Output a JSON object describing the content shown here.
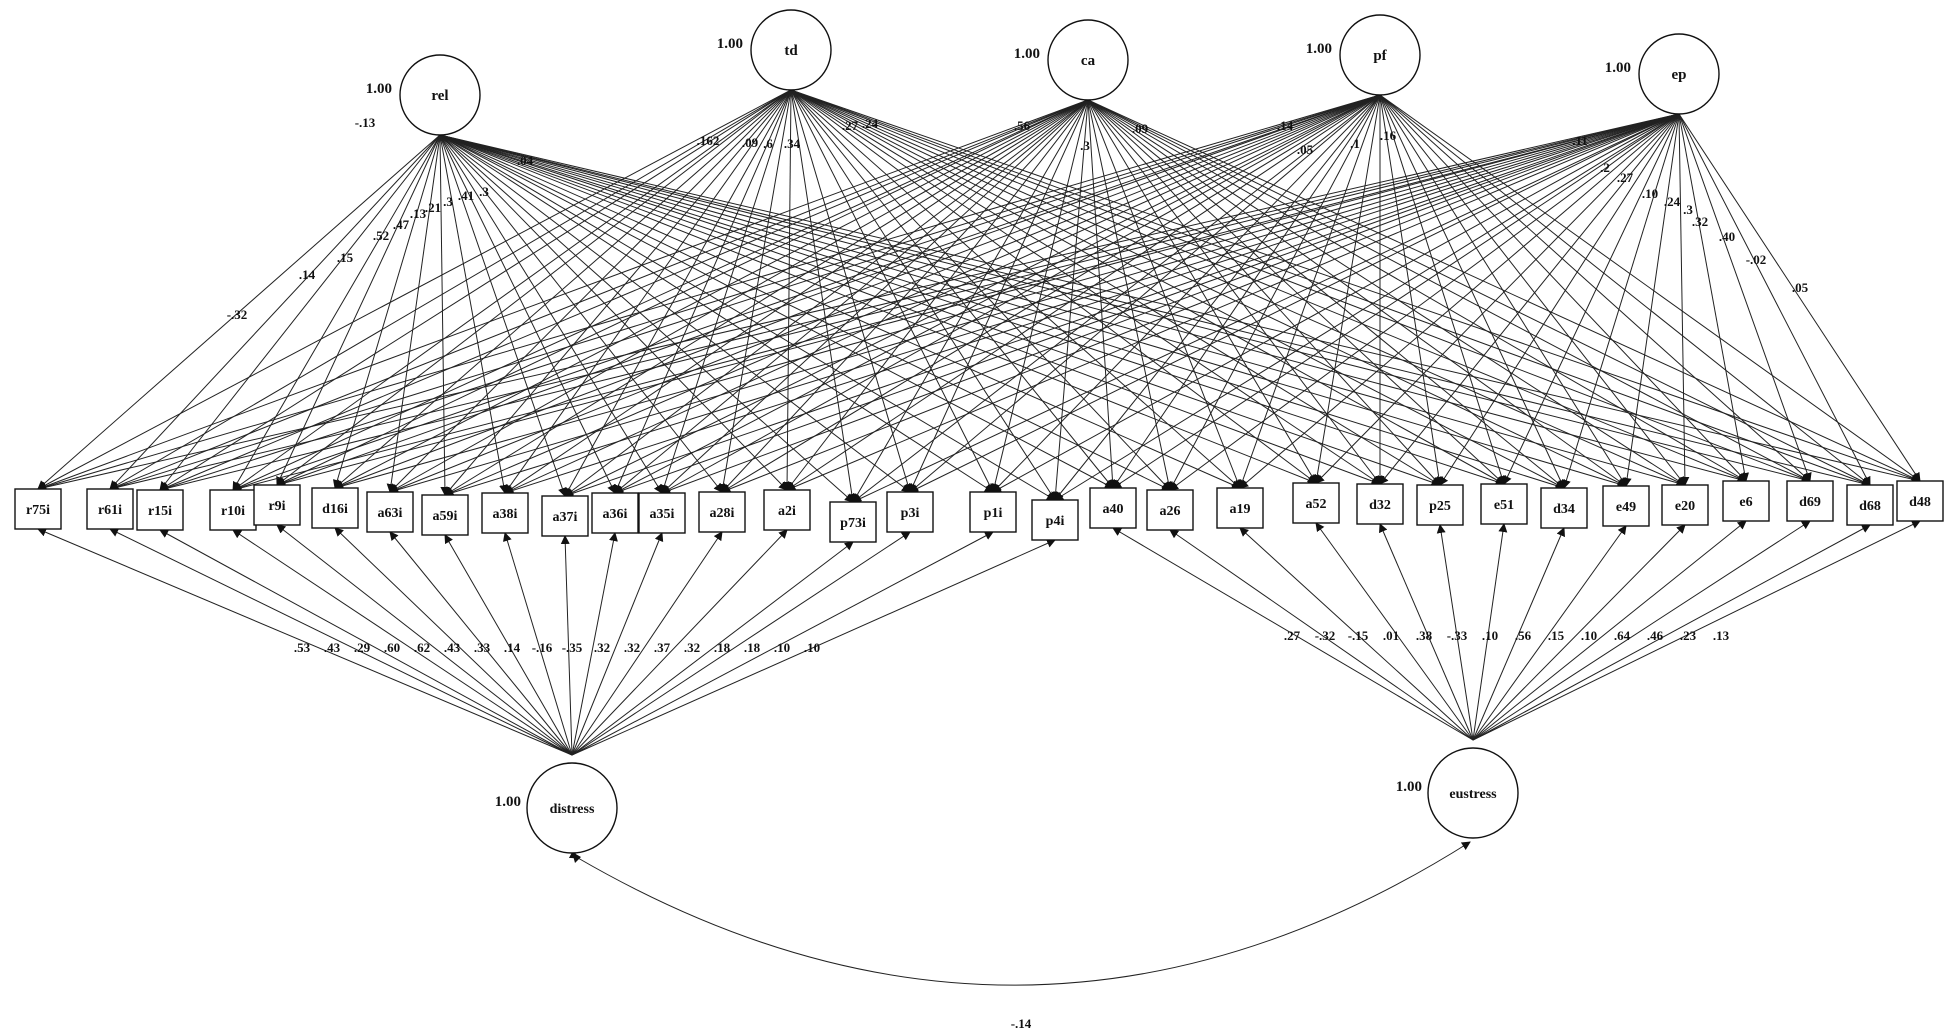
{
  "latent_top": [
    {
      "id": "rel",
      "label": "rel",
      "variance": "1.00",
      "cov_note": "-.13"
    },
    {
      "id": "td",
      "label": "td",
      "variance": "1.00"
    },
    {
      "id": "ca",
      "label": "ca",
      "variance": "1.00"
    },
    {
      "id": "pf",
      "label": "pf",
      "variance": "1.00"
    },
    {
      "id": "ep",
      "label": "ep",
      "variance": "1.00"
    }
  ],
  "latent_bottom": [
    {
      "id": "distress",
      "label": "distress",
      "variance": "1.00"
    },
    {
      "id": "eustress",
      "label": "eustress",
      "variance": "1.00"
    }
  ],
  "observed": [
    "r75i",
    "r61i",
    "r15i",
    "r10i",
    "r9i",
    "d16i",
    "a63i",
    "a59i",
    "a38i",
    "a37i",
    "a36i",
    "a35i",
    "a28i",
    "a2i",
    "p73i",
    "p3i",
    "p1i",
    "p4i",
    "a40",
    "a26",
    "a19",
    "a52",
    "d32",
    "p25",
    "e51",
    "d34",
    "e49",
    "e20",
    "e6",
    "d69",
    "d68",
    "d48"
  ],
  "rel_loadings": [
    ".14",
    ".15",
    ".52",
    ".47",
    ".13",
    ".21",
    ".3",
    ".41",
    ".3",
    ".04"
  ],
  "rel_loading_far": "-.32",
  "td_loadings": [
    ".162",
    ".09",
    ".6",
    ".34",
    ".27",
    ".24"
  ],
  "ca_loadings": [
    ".56",
    ".3",
    ".09"
  ],
  "pf_loadings": [
    ".14",
    ".05",
    ".1",
    ".16"
  ],
  "ep_loadings": [
    ".11",
    ".2",
    ".27",
    ".10",
    ".24",
    ".3",
    ".32",
    ".40",
    "-.02",
    ".05"
  ],
  "distress_loadings": [
    ".53",
    ".43",
    ".29",
    ".60",
    ".62",
    ".43",
    ".33",
    ".14",
    "-.16",
    "-.35",
    ".32",
    ".32",
    ".37",
    ".32",
    ".18",
    ".18",
    ".10",
    ".10"
  ],
  "eustress_loadings": [
    ".27",
    "-.32",
    "-.15",
    ".01",
    ".38",
    "-.33",
    ".10",
    ".56",
    ".15",
    ".10",
    ".64",
    ".46",
    ".23",
    ".13"
  ],
  "covariance": "-.14"
}
